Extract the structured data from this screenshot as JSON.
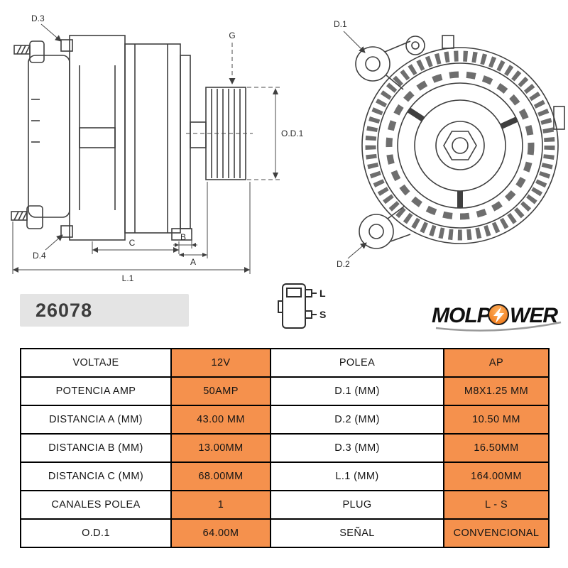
{
  "part_number": "26078",
  "brand": {
    "left": "MOLP",
    "right": "WER"
  },
  "plug": {
    "pin1": "L",
    "pin2": "S"
  },
  "diagram_labels": {
    "d1": "D.1",
    "d2": "D.2",
    "d3": "D.3",
    "d4": "D.4",
    "g": "G",
    "od1": "O.D.1",
    "a": "A",
    "b": "B",
    "c": "C",
    "l1": "L.1"
  },
  "colors": {
    "accent_orange": "#F5914D",
    "badge_gray": "#E4E4E4",
    "drawing_line": "#3F3F3F",
    "table_border": "#000000"
  },
  "table": {
    "rows": [
      {
        "label1": "VOLTAJE",
        "value1": "12V",
        "label2": "POLEA",
        "value2": "AP"
      },
      {
        "label1": "POTENCIA AMP",
        "value1": "50AMP",
        "label2": "D.1 (MM)",
        "value2": "M8X1.25 MM"
      },
      {
        "label1": "DISTANCIA A (MM)",
        "value1": "43.00 MM",
        "label2": "D.2 (MM)",
        "value2": "10.50 MM"
      },
      {
        "label1": "DISTANCIA B (MM)",
        "value1": "13.00MM",
        "label2": "D.3 (MM)",
        "value2": "16.50MM"
      },
      {
        "label1": "DISTANCIA C (MM)",
        "value1": "68.00MM",
        "label2": "L.1 (MM)",
        "value2": "164.00MM"
      },
      {
        "label1": "CANALES POLEA",
        "value1": "1",
        "label2": "PLUG",
        "value2": "L - S"
      },
      {
        "label1": "O.D.1",
        "value1": "64.00M",
        "label2": "SEÑAL",
        "value2": "CONVENCIONAL"
      }
    ]
  }
}
